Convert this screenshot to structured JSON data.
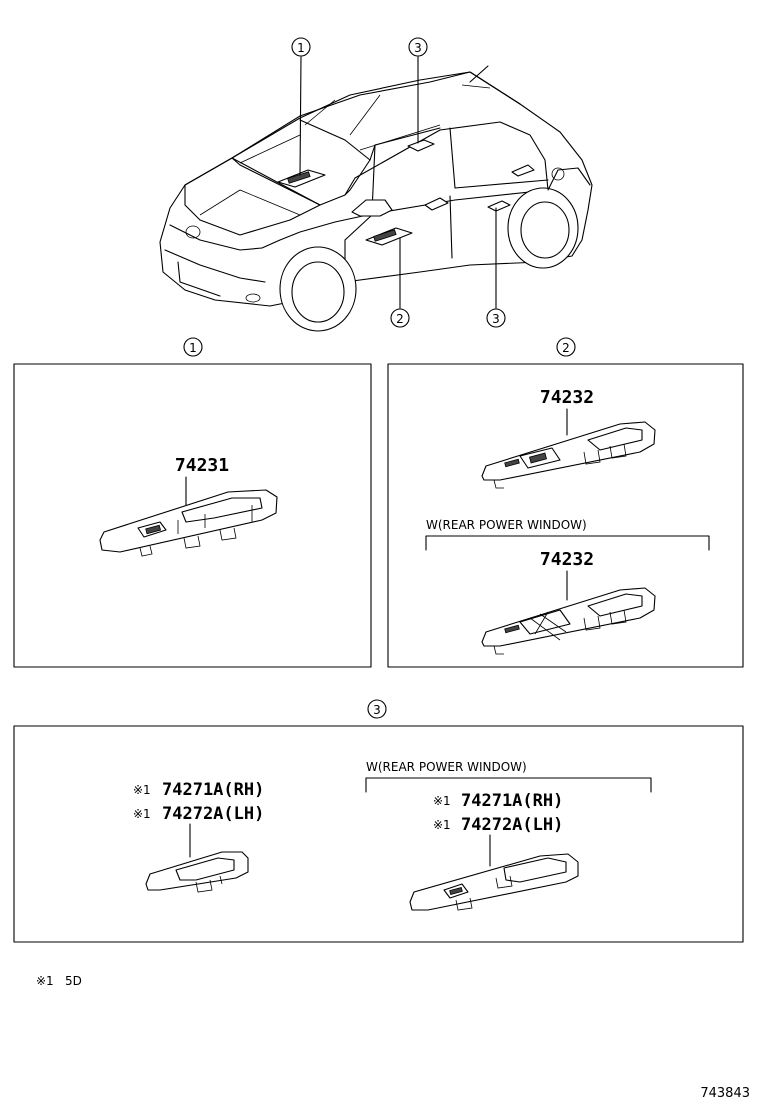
{
  "callouts": {
    "one": "1",
    "two": "2",
    "three": "3"
  },
  "panel1": {
    "part_number": "74231"
  },
  "panel2": {
    "part_number_top": "74232",
    "condition_label": "W(REAR POWER WINDOW)",
    "part_number_bottom": "74232"
  },
  "panel3": {
    "left_marker_rh": "※1",
    "left_part_rh": "74271A(RH)",
    "left_marker_lh": "※1",
    "left_part_lh": "74272A(LH)",
    "condition_label": "W(REAR POWER WINDOW)",
    "right_marker_rh": "※1",
    "right_part_rh": "74271A(RH)",
    "right_marker_lh": "※1",
    "right_part_lh": "74272A(LH)"
  },
  "footnote": {
    "marker": "※1",
    "text": "5D"
  },
  "diagram_id": "743843"
}
